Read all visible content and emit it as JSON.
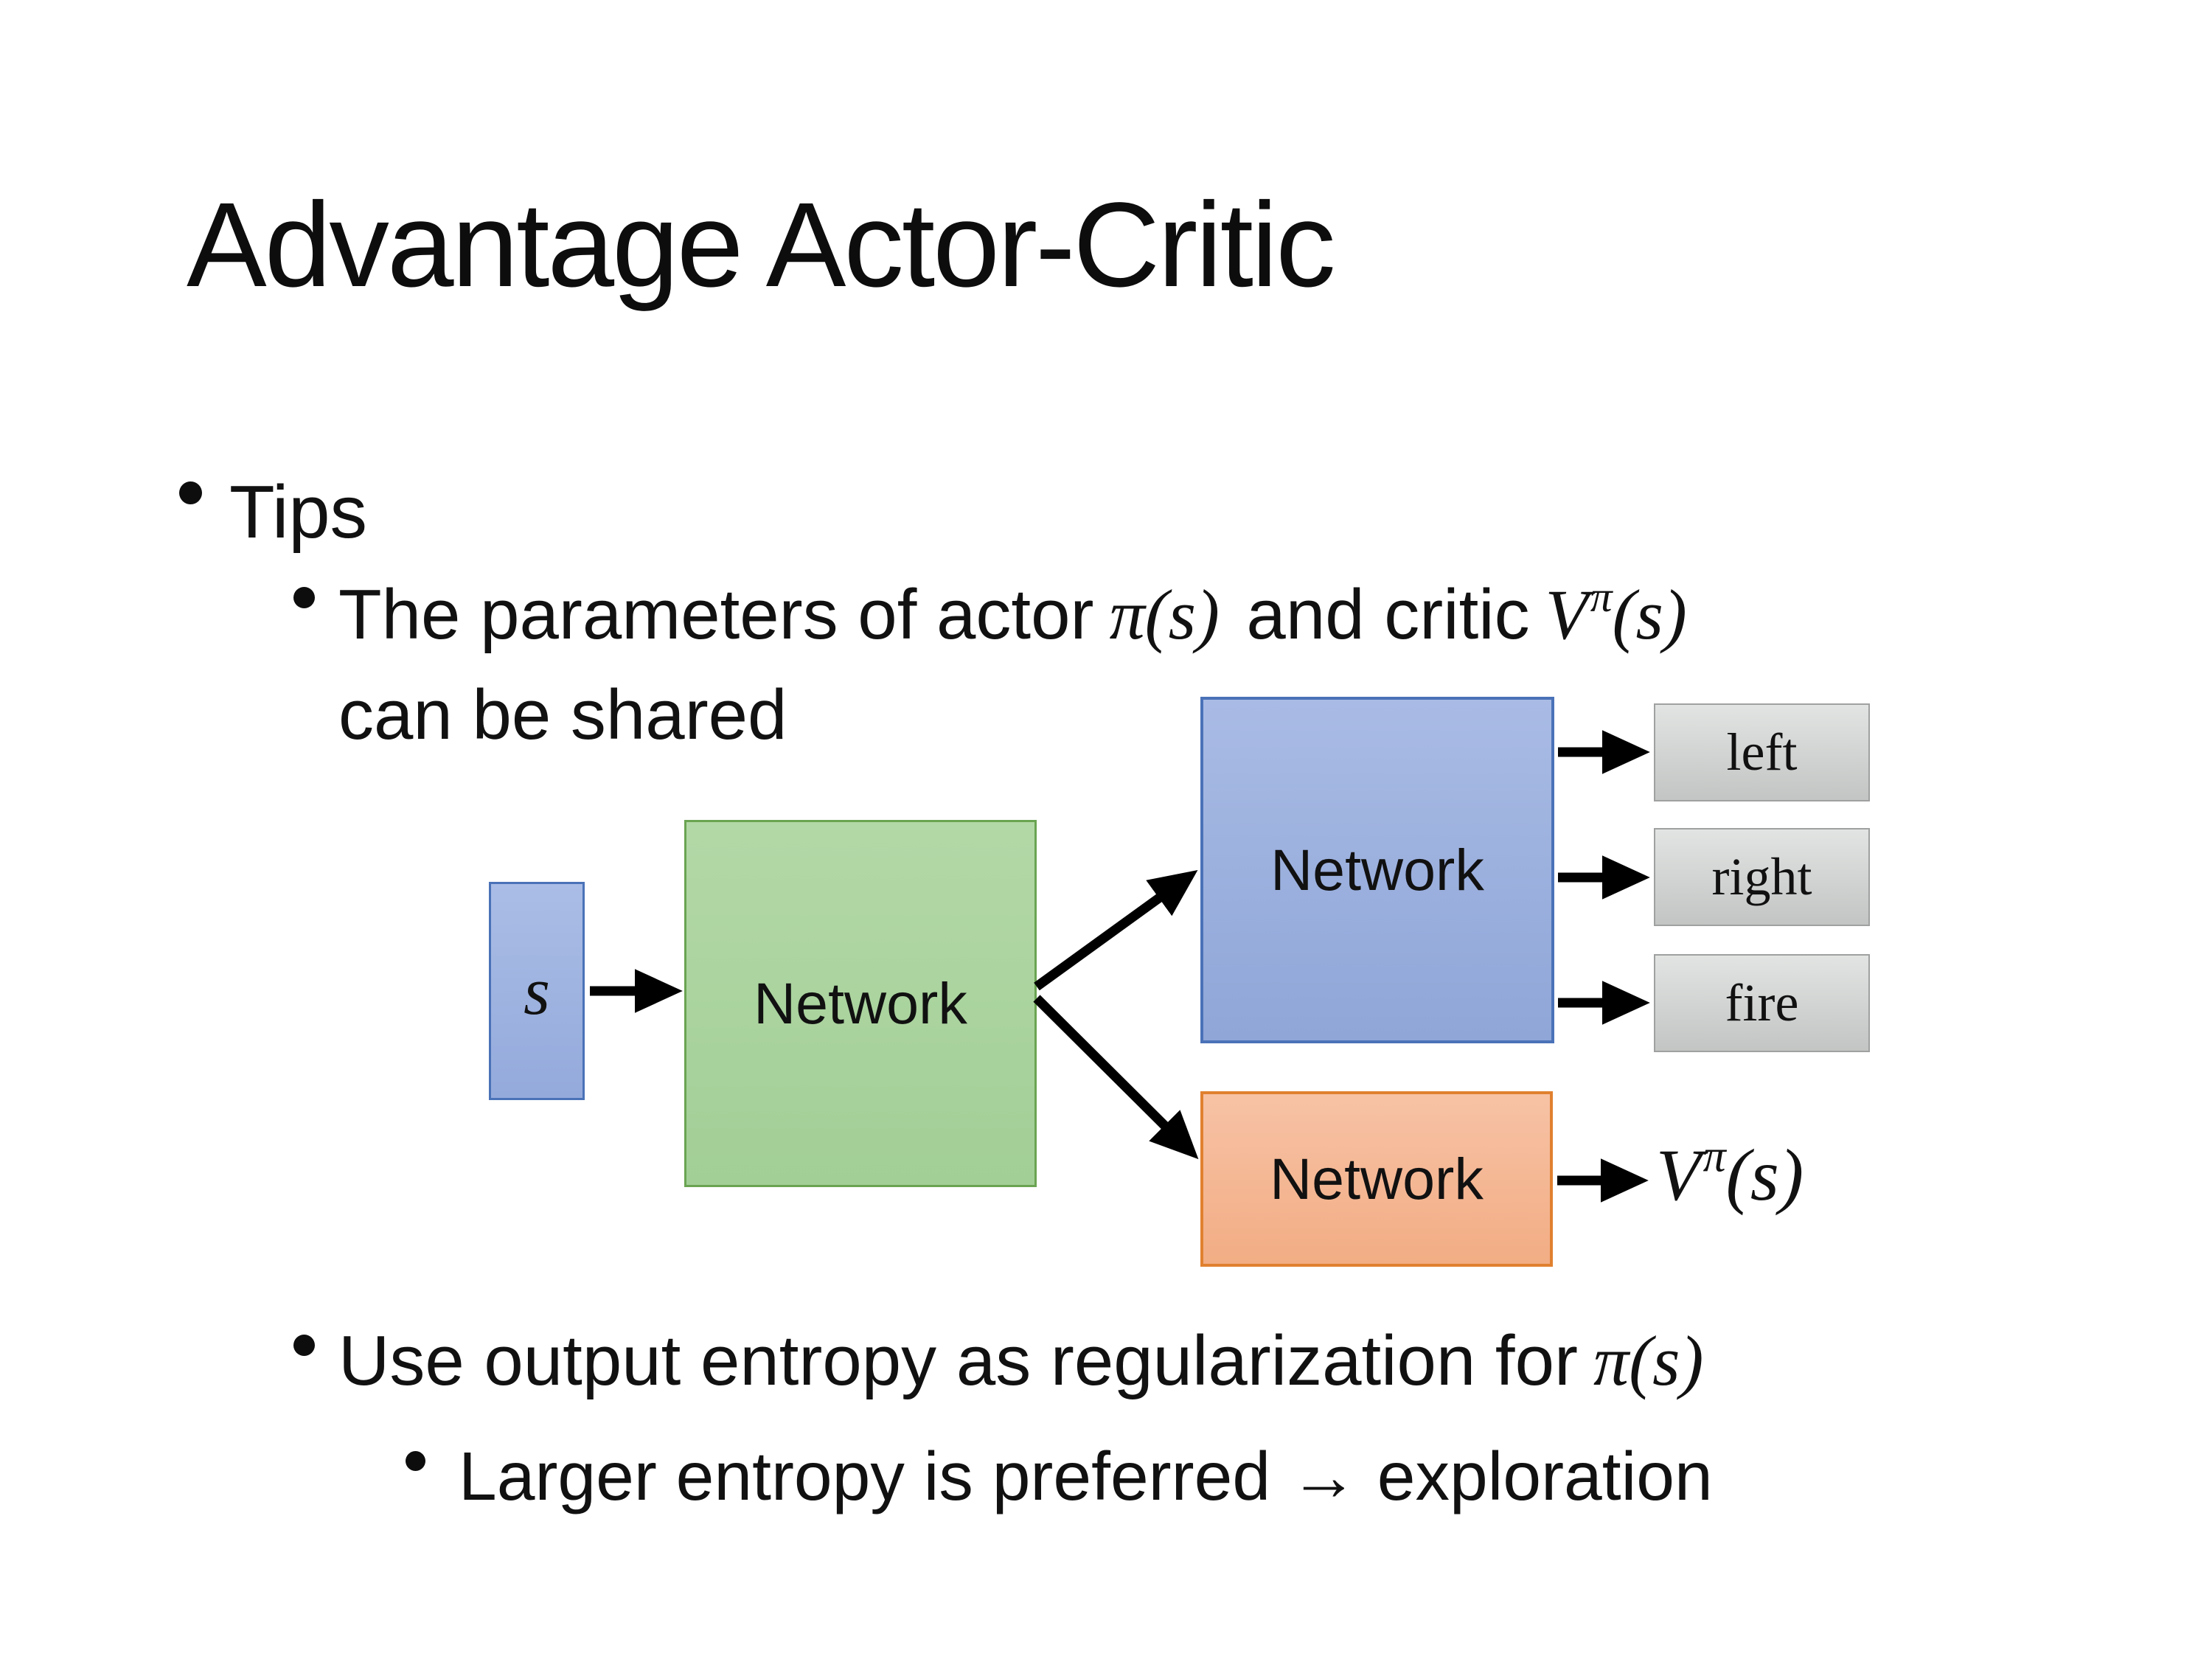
{
  "slide": {
    "title": "Advantage Actor-Critic",
    "bullet_char": "•"
  },
  "bullets": {
    "tips": "Tips",
    "shared": {
      "prefix": "The parameters of actor",
      "actor_math": "π(s)",
      "mid": "and critic",
      "critic_base": "V",
      "critic_sup": "π",
      "critic_args": "(s)",
      "line2": "can be shared"
    },
    "entropy": {
      "prefix": "Use output entropy as regularization for",
      "math": "π(s)"
    },
    "exploration": "Larger entropy is preferred → exploration"
  },
  "diagram": {
    "input_label": "s",
    "shared_network": "Network",
    "actor_network": "Network",
    "critic_network": "Network",
    "actions": [
      "left",
      "right",
      "fire"
    ],
    "value_output": {
      "base": "V",
      "sup": "π",
      "args": "(s)"
    },
    "colors": {
      "input_fill": "#9fb3e0",
      "input_border": "#4a72b8",
      "shared_fill": "#a8d19b",
      "shared_border": "#6aa452",
      "actor_fill": "#9cb0de",
      "actor_border": "#4a72b8",
      "critic_fill": "#f4b791",
      "critic_border": "#e0802f",
      "action_fill": "#cbcdcc",
      "action_border": "#9fa1a0",
      "arrow": "#000000",
      "text": "#0d0d0d"
    }
  }
}
